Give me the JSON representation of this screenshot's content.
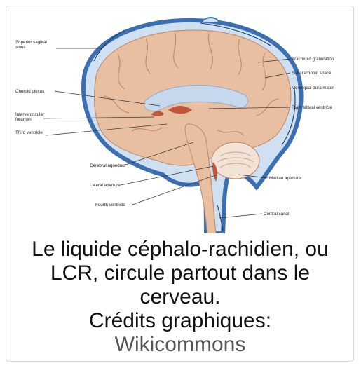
{
  "figure": {
    "labels": {
      "superior_sagittal_sinus_1": "Superior sagittal",
      "superior_sagittal_sinus_2": "sinus",
      "choroid_plexus": "Choroid plexus",
      "interventricular_1": "Interventricular",
      "interventricular_2": "foramen",
      "third_ventricle": "Third ventricle",
      "cerebral_aqueduct": "Cerebral aqueduct",
      "lateral_aperture": "Lateral aperture",
      "fourth_ventricle": "Fourth ventricle",
      "arachnoid_granulation": "Arachnoid granulation",
      "subarachnoid_space": "Subarachnoid space",
      "meningeal_dura_mater": "Meningeal dura mater",
      "right_lateral_ventricle": "Right lateral ventricle",
      "median_aperture": "Median aperture",
      "central_canal": "Central canal"
    }
  },
  "caption": {
    "line1": "Le liquide céphalo-rachidien, ou",
    "line2": "LCR, circule partout dans le",
    "line3": "cerveau.",
    "line4": "Crédits graphiques:",
    "credit_link": "Wikicommons"
  },
  "colors": {
    "brain": "#e9bfa2",
    "brain_dark": "#d39a7a",
    "dura": "#3b6fb0",
    "csf": "#cfe0f3",
    "ventricle": "#c8d8ec"
  }
}
